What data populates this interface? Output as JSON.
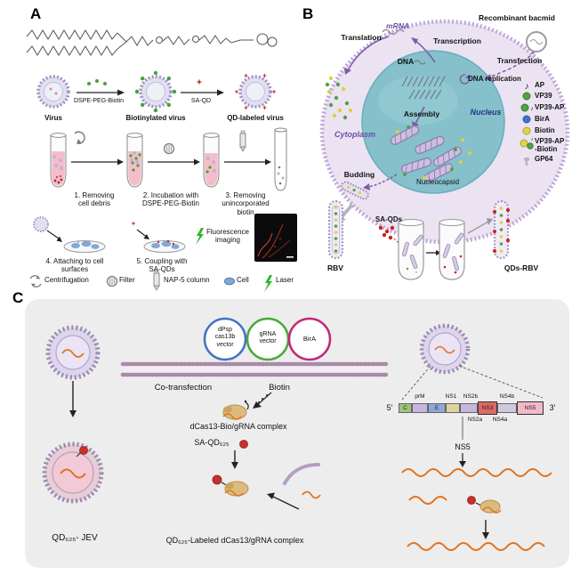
{
  "figure": {
    "a_letter": "A",
    "b_letter": "B",
    "c_letter": "C"
  },
  "panelA": {
    "flow": {
      "virus_label": "Virus",
      "arrow1_label": "DSPE-PEG-Biotin",
      "biotinylated_label": "Biotinylated virus",
      "arrow2_label": "SA-QD",
      "qd_labeled_label": "QD-labeled virus"
    },
    "steps": {
      "s1": "1. Removing cell debris",
      "s2": "2. Incubation with DSPE-PEG-Biotin",
      "s3": "3. Removing unincorporated biotin",
      "s4": "4. Attaching to cell surfaces",
      "s5": "5. Coupling with SA-QDs",
      "imaging": "Fluorescence imaging"
    },
    "legend": {
      "centrifugation": "Centrifugation",
      "filter": "Filter",
      "nap5": "NAP-5 column",
      "cell": "Cell",
      "laser": "Laser"
    }
  },
  "panelB": {
    "labels": {
      "translation": "Translation",
      "mrna": "mRNA",
      "transcription": "Transcription",
      "bacmid": "Recombinant bacmid",
      "transfection": "Transfection",
      "dna": "DNA",
      "dna_replication": "DNA replication",
      "assembly": "Assembly",
      "nucleus": "Nucleus",
      "cytoplasm": "Cytoplasm",
      "budding": "Budding",
      "nucleocapsid": "Nucleocapsid"
    },
    "legend": [
      {
        "label": "AP",
        "color": "#222222"
      },
      {
        "label": "VP39",
        "color": "#55a045"
      },
      {
        "label": "VP39-AP",
        "color": "#55a045"
      },
      {
        "label": "BirA",
        "color": "#4472c4"
      },
      {
        "label": "Biotin",
        "color": "#e0d44e"
      },
      {
        "label": "VP39-AP",
        "label2": "-Biotin",
        "color": "#e0d44e"
      },
      {
        "label": "GP64",
        "color": "#b9aed0"
      }
    ],
    "bottom": {
      "rbv": "RBV",
      "sa_qds": "SA-QDs",
      "qds_rbv": "QDs-RBV"
    }
  },
  "panelC": {
    "vectors": [
      {
        "label": "dPsp cas13b vector",
        "color": "#4472c4"
      },
      {
        "label": "gRNA vector",
        "color": "#4aa83c"
      },
      {
        "label": "BirA",
        "color": "#c02878"
      }
    ],
    "co_transfection": "Co-transfection",
    "biotin": "Biotin",
    "complex1": "dCas13-Bio/gRNA complex",
    "sa_qd": "SA-QD₆₂₅",
    "qd_jev": "QD₆₂₅- JEV",
    "complex2": "QD₆₂₅-Labeled dCas13/gRNA complex",
    "genome": {
      "five_prime": "5′",
      "three_prime": "3′",
      "above": [
        "prM",
        "NS1",
        "NS2b",
        "NS4b"
      ],
      "inbar": [
        "C",
        "E",
        "NS3",
        "NS5"
      ],
      "below": [
        "NS2a",
        "NS4a"
      ],
      "ns5_callout": "NS5"
    }
  },
  "icons": {
    "music_note": "♪"
  }
}
